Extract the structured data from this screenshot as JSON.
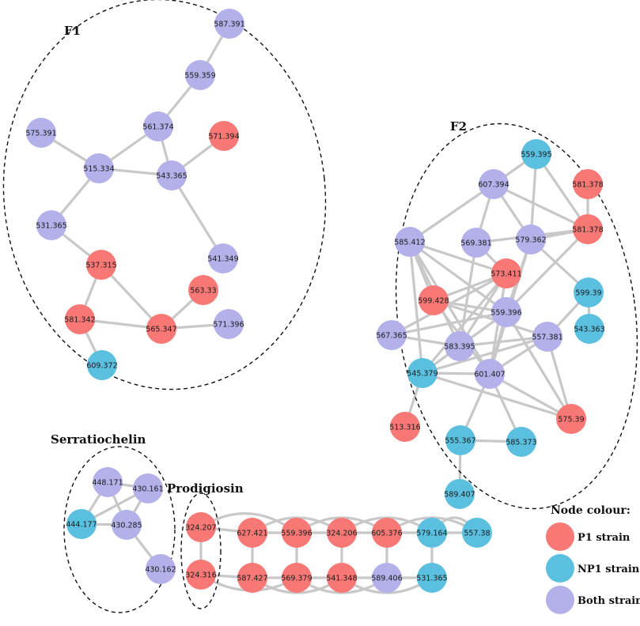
{
  "colors": {
    "p1": "#f87876",
    "np1": "#5bc0df",
    "both": "#b3b0ea",
    "edge": "#c8c8c8"
  },
  "clusters": {
    "f1": "F1",
    "f2": "F2",
    "serratiochelin": "Serratiochelin",
    "prodigiosin": "Prodigiosin"
  },
  "legend": {
    "title": "Node colour:",
    "items": [
      {
        "key": "p1",
        "label": "P1 strain"
      },
      {
        "key": "np1",
        "label": "NP1 strain"
      },
      {
        "key": "both",
        "label": "Both strains"
      }
    ]
  },
  "nodes": [
    {
      "id": "f1a",
      "label": "587.391",
      "cls": "both"
    },
    {
      "id": "f1b",
      "label": "559.359",
      "cls": "both"
    },
    {
      "id": "f1c",
      "label": "561.374",
      "cls": "both"
    },
    {
      "id": "f1d",
      "label": "571.394",
      "cls": "p1"
    },
    {
      "id": "f1e",
      "label": "575.391",
      "cls": "both"
    },
    {
      "id": "f1f",
      "label": "515.334",
      "cls": "both"
    },
    {
      "id": "f1g",
      "label": "543.365",
      "cls": "both"
    },
    {
      "id": "f1h",
      "label": "531.365",
      "cls": "both"
    },
    {
      "id": "f1i",
      "label": "537.315",
      "cls": "p1"
    },
    {
      "id": "f1j",
      "label": "541.349",
      "cls": "both"
    },
    {
      "id": "f1k",
      "label": "563.33",
      "cls": "p1"
    },
    {
      "id": "f1l",
      "label": "581.342",
      "cls": "p1"
    },
    {
      "id": "f1m",
      "label": "565.347",
      "cls": "p1"
    },
    {
      "id": "f1n",
      "label": "571.396",
      "cls": "both"
    },
    {
      "id": "f1o",
      "label": "609.372",
      "cls": "np1"
    },
    {
      "id": "f2a",
      "label": "559.395",
      "cls": "np1"
    },
    {
      "id": "f2b",
      "label": "607.394",
      "cls": "both"
    },
    {
      "id": "f2c",
      "label": "581.378",
      "cls": "p1"
    },
    {
      "id": "f2d",
      "label": "581.378",
      "cls": "p1"
    },
    {
      "id": "f2e",
      "label": "585.412",
      "cls": "both"
    },
    {
      "id": "f2f",
      "label": "569.381",
      "cls": "both"
    },
    {
      "id": "f2g",
      "label": "579.362",
      "cls": "both"
    },
    {
      "id": "f2h",
      "label": "573.411",
      "cls": "p1"
    },
    {
      "id": "f2i",
      "label": "599.428",
      "cls": "p1"
    },
    {
      "id": "f2j",
      "label": "559.396",
      "cls": "both"
    },
    {
      "id": "f2k",
      "label": "599.39",
      "cls": "np1"
    },
    {
      "id": "f2l",
      "label": "567.365",
      "cls": "both"
    },
    {
      "id": "f2m",
      "label": "583.395",
      "cls": "both"
    },
    {
      "id": "f2n",
      "label": "557.381",
      "cls": "both"
    },
    {
      "id": "f2o",
      "label": "543.363",
      "cls": "np1"
    },
    {
      "id": "f2p",
      "label": "545.379",
      "cls": "np1"
    },
    {
      "id": "f2q",
      "label": "601.407",
      "cls": "both"
    },
    {
      "id": "f2r",
      "label": "513.316",
      "cls": "p1"
    },
    {
      "id": "f2s",
      "label": "575.39",
      "cls": "p1"
    },
    {
      "id": "f2t",
      "label": "555.367",
      "cls": "np1"
    },
    {
      "id": "f2u",
      "label": "585.373",
      "cls": "np1"
    },
    {
      "id": "f2v",
      "label": "589.407",
      "cls": "np1"
    },
    {
      "id": "s1",
      "label": "448.171",
      "cls": "both"
    },
    {
      "id": "s2",
      "label": "430.161",
      "cls": "both"
    },
    {
      "id": "s3",
      "label": "444.177",
      "cls": "np1"
    },
    {
      "id": "s4",
      "label": "430.285",
      "cls": "both"
    },
    {
      "id": "s5",
      "label": "430.162",
      "cls": "both"
    },
    {
      "id": "pr1",
      "label": "324.207",
      "cls": "p1"
    },
    {
      "id": "pr2",
      "label": "324.316",
      "cls": "p1"
    },
    {
      "id": "c1",
      "label": "627.421",
      "cls": "p1"
    },
    {
      "id": "c2",
      "label": "559.396",
      "cls": "p1"
    },
    {
      "id": "c3",
      "label": "324.206",
      "cls": "p1"
    },
    {
      "id": "c4",
      "label": "605.376",
      "cls": "p1"
    },
    {
      "id": "c5",
      "label": "579.164",
      "cls": "np1"
    },
    {
      "id": "c6",
      "label": "557.38",
      "cls": "np1"
    },
    {
      "id": "c7",
      "label": "587.427",
      "cls": "p1"
    },
    {
      "id": "c8",
      "label": "569.379",
      "cls": "p1"
    },
    {
      "id": "c9",
      "label": "541.348",
      "cls": "p1"
    },
    {
      "id": "c10",
      "label": "589.406",
      "cls": "both"
    },
    {
      "id": "c11",
      "label": "531.365",
      "cls": "np1"
    }
  ],
  "edges": [
    [
      "f1a",
      "f1b"
    ],
    [
      "f1b",
      "f1c"
    ],
    [
      "f1c",
      "f1f"
    ],
    [
      "f1c",
      "f1g"
    ],
    [
      "f1e",
      "f1f"
    ],
    [
      "f1f",
      "f1g"
    ],
    [
      "f1d",
      "f1g"
    ],
    [
      "f1f",
      "f1h"
    ],
    [
      "f1g",
      "f1j"
    ],
    [
      "f1h",
      "f1i"
    ],
    [
      "f1i",
      "f1l"
    ],
    [
      "f1i",
      "f1m"
    ],
    [
      "f1k",
      "f1m"
    ],
    [
      "f1l",
      "f1m"
    ],
    [
      "f1m",
      "f1n"
    ],
    [
      "f1l",
      "f1o"
    ],
    [
      "f2a",
      "f2b"
    ],
    [
      "f2a",
      "f2g"
    ],
    [
      "f2b",
      "f2e"
    ],
    [
      "f2b",
      "f2f"
    ],
    [
      "f2b",
      "f2g"
    ],
    [
      "f2b",
      "f2d"
    ],
    [
      "f2c",
      "f2d"
    ],
    [
      "f2a",
      "f2d"
    ],
    [
      "f2g",
      "f2d"
    ],
    [
      "f2f",
      "f2d"
    ],
    [
      "f2e",
      "f2h"
    ],
    [
      "f2e",
      "f2i"
    ],
    [
      "f2e",
      "f2j"
    ],
    [
      "f2e",
      "f2m"
    ],
    [
      "f2e",
      "f2q"
    ],
    [
      "f2e",
      "f2p"
    ],
    [
      "f2f",
      "f2h"
    ],
    [
      "f2f",
      "f2m"
    ],
    [
      "f2g",
      "f2j"
    ],
    [
      "f2g",
      "f2k"
    ],
    [
      "f2g",
      "f2q"
    ],
    [
      "f2h",
      "f2i"
    ],
    [
      "f2h",
      "f2p"
    ],
    [
      "f2h",
      "f2m"
    ],
    [
      "f2h",
      "f2q"
    ],
    [
      "f2h",
      "f2l"
    ],
    [
      "f2i",
      "f2j"
    ],
    [
      "f2i",
      "f2n"
    ],
    [
      "f2i",
      "f2q"
    ],
    [
      "f2j",
      "f2l"
    ],
    [
      "f2j",
      "f2m"
    ],
    [
      "f2j",
      "f2p"
    ],
    [
      "f2j",
      "f2q"
    ],
    [
      "f2j",
      "f2s"
    ],
    [
      "f2j",
      "f2d"
    ],
    [
      "f2k",
      "f2n"
    ],
    [
      "f2k",
      "f2o"
    ],
    [
      "f2l",
      "f2m"
    ],
    [
      "f2m",
      "f2n"
    ],
    [
      "f2m",
      "f2p"
    ],
    [
      "f2n",
      "f2p"
    ],
    [
      "f2n",
      "f2q"
    ],
    [
      "f2p",
      "f2q"
    ],
    [
      "f2p",
      "f2r"
    ],
    [
      "f2p",
      "f2s"
    ],
    [
      "f2q",
      "f2s"
    ],
    [
      "f2q",
      "f2t"
    ],
    [
      "f2q",
      "f2u"
    ],
    [
      "f2t",
      "f2u"
    ],
    [
      "f2t",
      "f2v"
    ],
    [
      "f2n",
      "f2s"
    ],
    [
      "s1",
      "s2"
    ],
    [
      "s1",
      "s3"
    ],
    [
      "s1",
      "s4"
    ],
    [
      "s3",
      "s2"
    ],
    [
      "s3",
      "s4"
    ],
    [
      "s2",
      "s4"
    ],
    [
      "s4",
      "s5"
    ],
    [
      "pr1",
      "pr2"
    ],
    [
      "pr1",
      "c1"
    ],
    [
      "pr2",
      "c7"
    ],
    [
      "c1",
      "c2"
    ],
    [
      "c2",
      "c3"
    ],
    [
      "c3",
      "c4"
    ],
    [
      "c4",
      "c5"
    ],
    [
      "c5",
      "c6"
    ],
    [
      "c7",
      "c8"
    ],
    [
      "c8",
      "c9"
    ],
    [
      "c9",
      "c10"
    ],
    [
      "c10",
      "c11"
    ],
    [
      "c1",
      "c7"
    ],
    [
      "c2",
      "c8"
    ],
    [
      "c3",
      "c9"
    ],
    [
      "c4",
      "c10"
    ],
    [
      "c5",
      "c11"
    ]
  ],
  "arc_edges": [
    [
      "pr1",
      "c2"
    ],
    [
      "c1",
      "c3"
    ],
    [
      "c2",
      "c4"
    ],
    [
      "c3",
      "c5"
    ],
    [
      "c4",
      "c6"
    ],
    [
      "c5",
      "c6"
    ],
    [
      "pr2",
      "c8"
    ],
    [
      "c7",
      "c9"
    ],
    [
      "c8",
      "c10"
    ],
    [
      "c9",
      "c11"
    ]
  ]
}
